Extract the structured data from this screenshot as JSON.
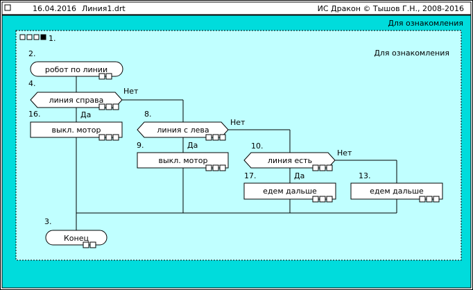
{
  "header": {
    "date": "16.04.2016",
    "filename": "Линия1.drt",
    "app": "ИС Дракон © Тышов Г.Н., 2008-2016"
  },
  "watermark": "Для ознакомления",
  "frame_label": "1.",
  "colors": {
    "outer": "#00dcdc",
    "inner": "#c0ffff",
    "symbol": "#ffffff",
    "line": "#000000"
  },
  "nodes": {
    "n2": {
      "num": "2.",
      "text": "робот по линии"
    },
    "n4": {
      "num": "4.",
      "text": "линия справа",
      "yes": "Да",
      "no": "Нет"
    },
    "n16": {
      "num": "16.",
      "text": "выкл. мотор"
    },
    "n8": {
      "num": "8.",
      "text": "линия с лева",
      "yes": "Да",
      "no": "Нет"
    },
    "n9": {
      "num": "9.",
      "text": "выкл. мотор"
    },
    "n10": {
      "num": "10.",
      "text": "линия есть",
      "yes": "Да",
      "no": "Нет"
    },
    "n17": {
      "num": "17.",
      "text": "едем дальше"
    },
    "n13": {
      "num": "13.",
      "text": "едем дальше"
    },
    "n3": {
      "num": "3.",
      "text": "Конец"
    }
  }
}
